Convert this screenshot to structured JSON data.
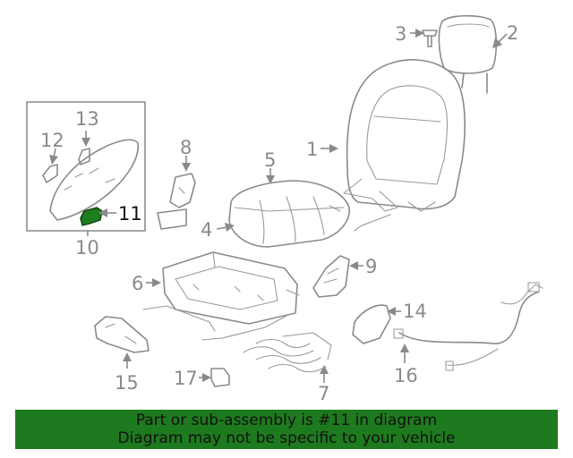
{
  "callouts": {
    "c1": "1",
    "c2": "2",
    "c3": "3",
    "c4": "4",
    "c5": "5",
    "c6": "6",
    "c7": "7",
    "c8": "8",
    "c9": "9",
    "c10": "10",
    "c11": "11",
    "c12": "12",
    "c13": "13",
    "c14": "14",
    "c15": "15",
    "c16": "16",
    "c17": "17"
  },
  "highlight": {
    "part_number": "11",
    "color": "#1e7a1e"
  },
  "banner": {
    "line1": "Part or sub-assembly is #11 in diagram",
    "line2": "Diagram may not be specific to your vehicle"
  }
}
